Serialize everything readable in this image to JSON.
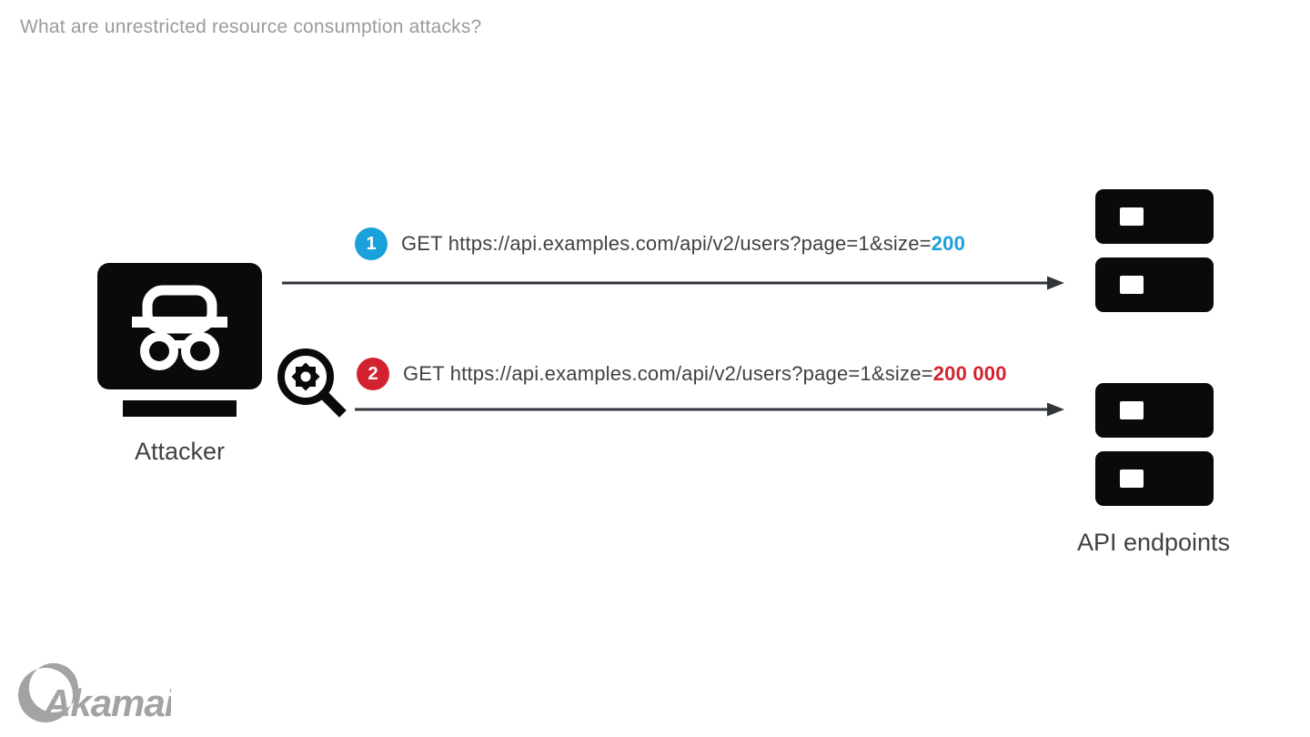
{
  "page": {
    "title": "What are unrestricted resource consumption attacks?"
  },
  "diagram": {
    "attacker": {
      "label": "Attacker",
      "icon": "incognito-monitor-icon"
    },
    "inspect_icon": "magnifier-gear-icon",
    "requests": [
      {
        "number": "1",
        "method_url": "GET https://api.examples.com/api/v2/users?page=1&size=",
        "size_value": "200",
        "badge_color": "#1aa0db",
        "value_color": "#1aa0db"
      },
      {
        "number": "2",
        "method_url": "GET https://api.examples.com/api/v2/users?page=1&size=",
        "size_value": "200 000",
        "badge_color": "#d3222f",
        "value_color": "#d3222f"
      }
    ],
    "endpoints": {
      "label": "API endpoints",
      "icon": "server-stack-icon"
    }
  },
  "branding": {
    "logo_text": "Akamai",
    "logo_color": "#a3a3a3"
  },
  "colors": {
    "background": "#ffffff",
    "title_text": "#9b9b9b",
    "body_text": "#3f4245",
    "icon_black": "#0a0a0a",
    "arrow": "#31353b",
    "accent_blue": "#1aa0db",
    "accent_red": "#d3222f"
  }
}
